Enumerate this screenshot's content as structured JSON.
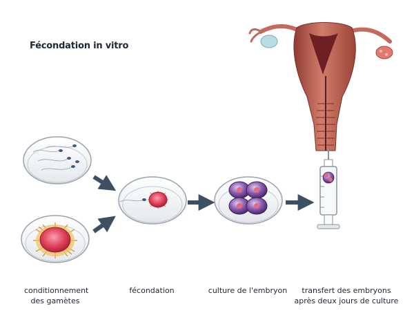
{
  "title": "Fécondation in vitro",
  "steps": [
    {
      "line1": "conditionnement",
      "line2": "des gamètes"
    },
    {
      "line1": "fécondation",
      "line2": ""
    },
    {
      "line1": "culture de l'embryon",
      "line2": ""
    },
    {
      "line1": "transfert des embryons",
      "line2": "après deux jours de culture"
    }
  ],
  "icons": [
    "sperm-dish",
    "egg-dish",
    "fertilization-dish",
    "embryo-dish",
    "syringe",
    "uterus"
  ],
  "colors": {
    "arrow": "#3d4f63",
    "dish_rim": "#9aa3ad",
    "uterus": "#b2574a",
    "egg": "#e0435a",
    "embryo": "#6a3f8f",
    "text": "#1f2733"
  }
}
